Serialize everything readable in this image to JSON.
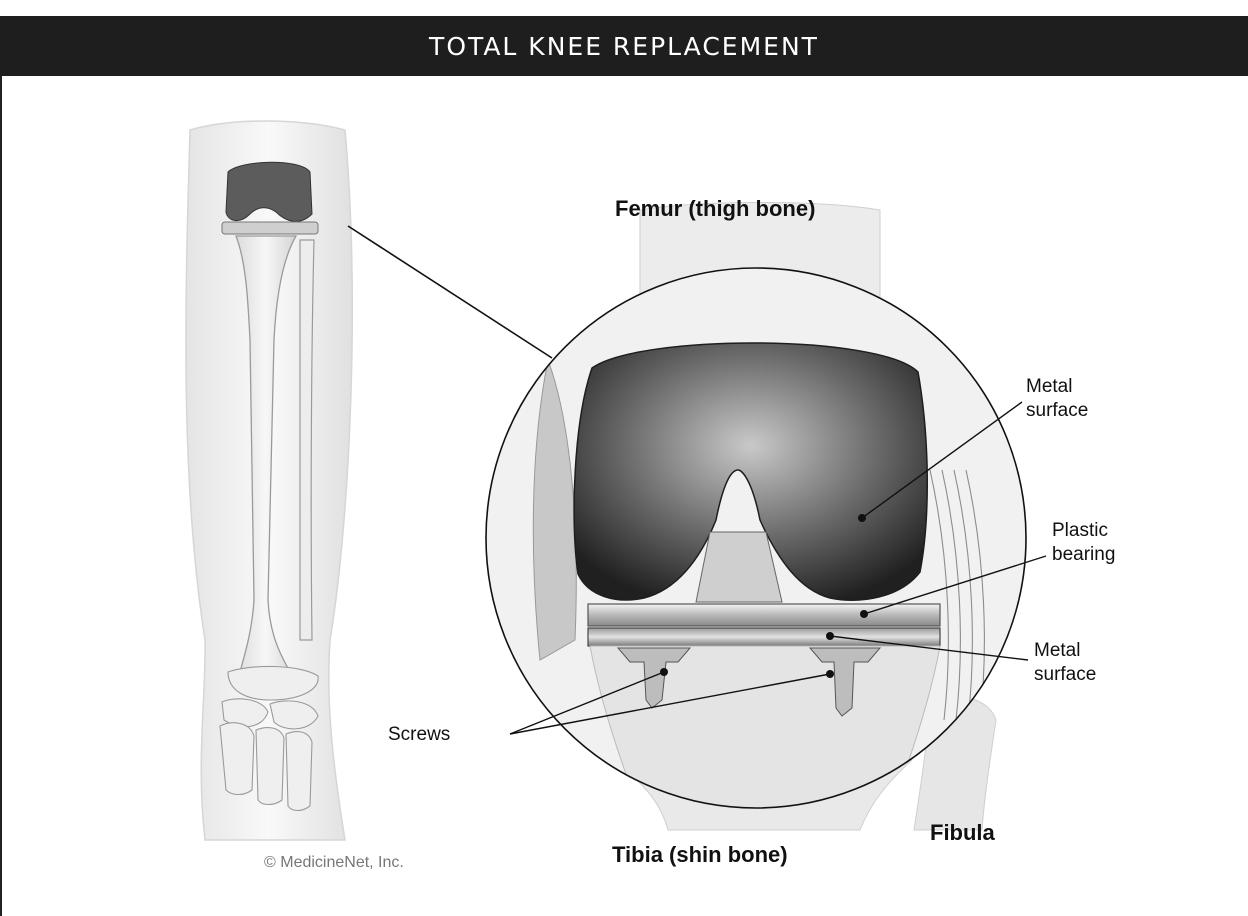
{
  "header": {
    "title": "TOTAL KNEE REPLACEMENT"
  },
  "labels": {
    "femur": "Femur (thigh bone)",
    "metal_surface_top": "Metal\nsurface",
    "plastic_bearing": "Plastic\nbearing",
    "metal_surface_bottom": "Metal\nsurface",
    "screws": "Screws",
    "fibula": "Fibula",
    "tibia": "Tibia (shin bone)"
  },
  "credit": "© MedicineNet, Inc.",
  "colors": {
    "header_bg": "#1e1e1e",
    "header_text": "#ffffff",
    "implant_dark": "#3a3a3a",
    "bone": "#e6e6e6"
  }
}
